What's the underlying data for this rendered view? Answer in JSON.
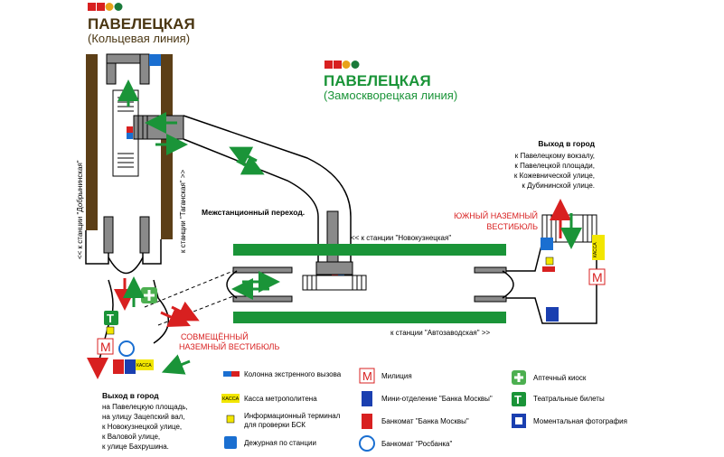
{
  "ring_station": {
    "name": "ПАВЕЛЕЦКАЯ",
    "line": "(Кольцевая линия)"
  },
  "zamo_station": {
    "name": "ПАВЕЛЕЦКАЯ",
    "line": "(Замоскворецкая линия)"
  },
  "labels": {
    "to_dobryninskaya": "<< к станции \"Добрынинская\"",
    "to_taganskaya": "к станции \"Таганская\" >>",
    "transfer": "Межстанционный переход.",
    "to_novokuznetskaya": "<< к станции \"Новокузнецкая\"",
    "to_avtozavodskaya": "к станции \"Автозаводская\" >>",
    "south_vestibule": [
      "ЮЖНЫЙ НАЗЕМНЫЙ",
      "ВЕСТИБЮЛЬ"
    ],
    "combined_vestibule": [
      "СОВМЕЩЁННЫЙ",
      "НАЗЕМНЫЙ ВЕСТИБЮЛЬ"
    ]
  },
  "exit_right": {
    "title": "Выход в город",
    "lines": [
      "к Павелецкому вокзалу,",
      "к Павелецкой площади,",
      "к Кожевнической улице,",
      "к Дубининской улице."
    ]
  },
  "exit_left": {
    "title": "Выход в город",
    "lines": [
      "на Павелецкую площадь,",
      "на улицу Зацепский вал,",
      "к Новокузнецкой улице,",
      "к Валовой улице,",
      "к улице Бахрушина."
    ]
  },
  "icon_texts": {
    "kassa": "КАССА",
    "kassa_vertical": "КАССА"
  },
  "legend": [
    {
      "icon": "emergency-call-column-icon",
      "label": "Колонна экстренного вызова"
    },
    {
      "icon": "ticket-office-icon",
      "label": "Касса метрополитена"
    },
    {
      "icon": "info-terminal-icon",
      "label": "Информационный терминал\nдля проверки БСК"
    },
    {
      "icon": "station-duty-icon",
      "label": "Дежурная по станции"
    },
    {
      "icon": "police-icon",
      "label": "Милиция"
    },
    {
      "icon": "bank-moscow-office-icon",
      "label": "Мини-отделение \"Банка Москвы\""
    },
    {
      "icon": "bank-moscow-atm-icon",
      "label": "Банкомат \"Банка Москвы\""
    },
    {
      "icon": "rosbank-atm-icon",
      "label": "Банкомат \"Росбанка\""
    },
    {
      "icon": "pharmacy-kiosk-icon",
      "label": "Аптечный киоск"
    },
    {
      "icon": "theatre-tickets-icon",
      "label": "Театральные билеты"
    },
    {
      "icon": "photo-booth-icon",
      "label": "Моментальная фотография"
    }
  ],
  "colors": {
    "ring_brown": "#5c3f17",
    "zamo_green": "#1a9438",
    "arrow_red": "#d82020",
    "arrow_green": "#1a9438",
    "gray": "#8a8a8a"
  }
}
